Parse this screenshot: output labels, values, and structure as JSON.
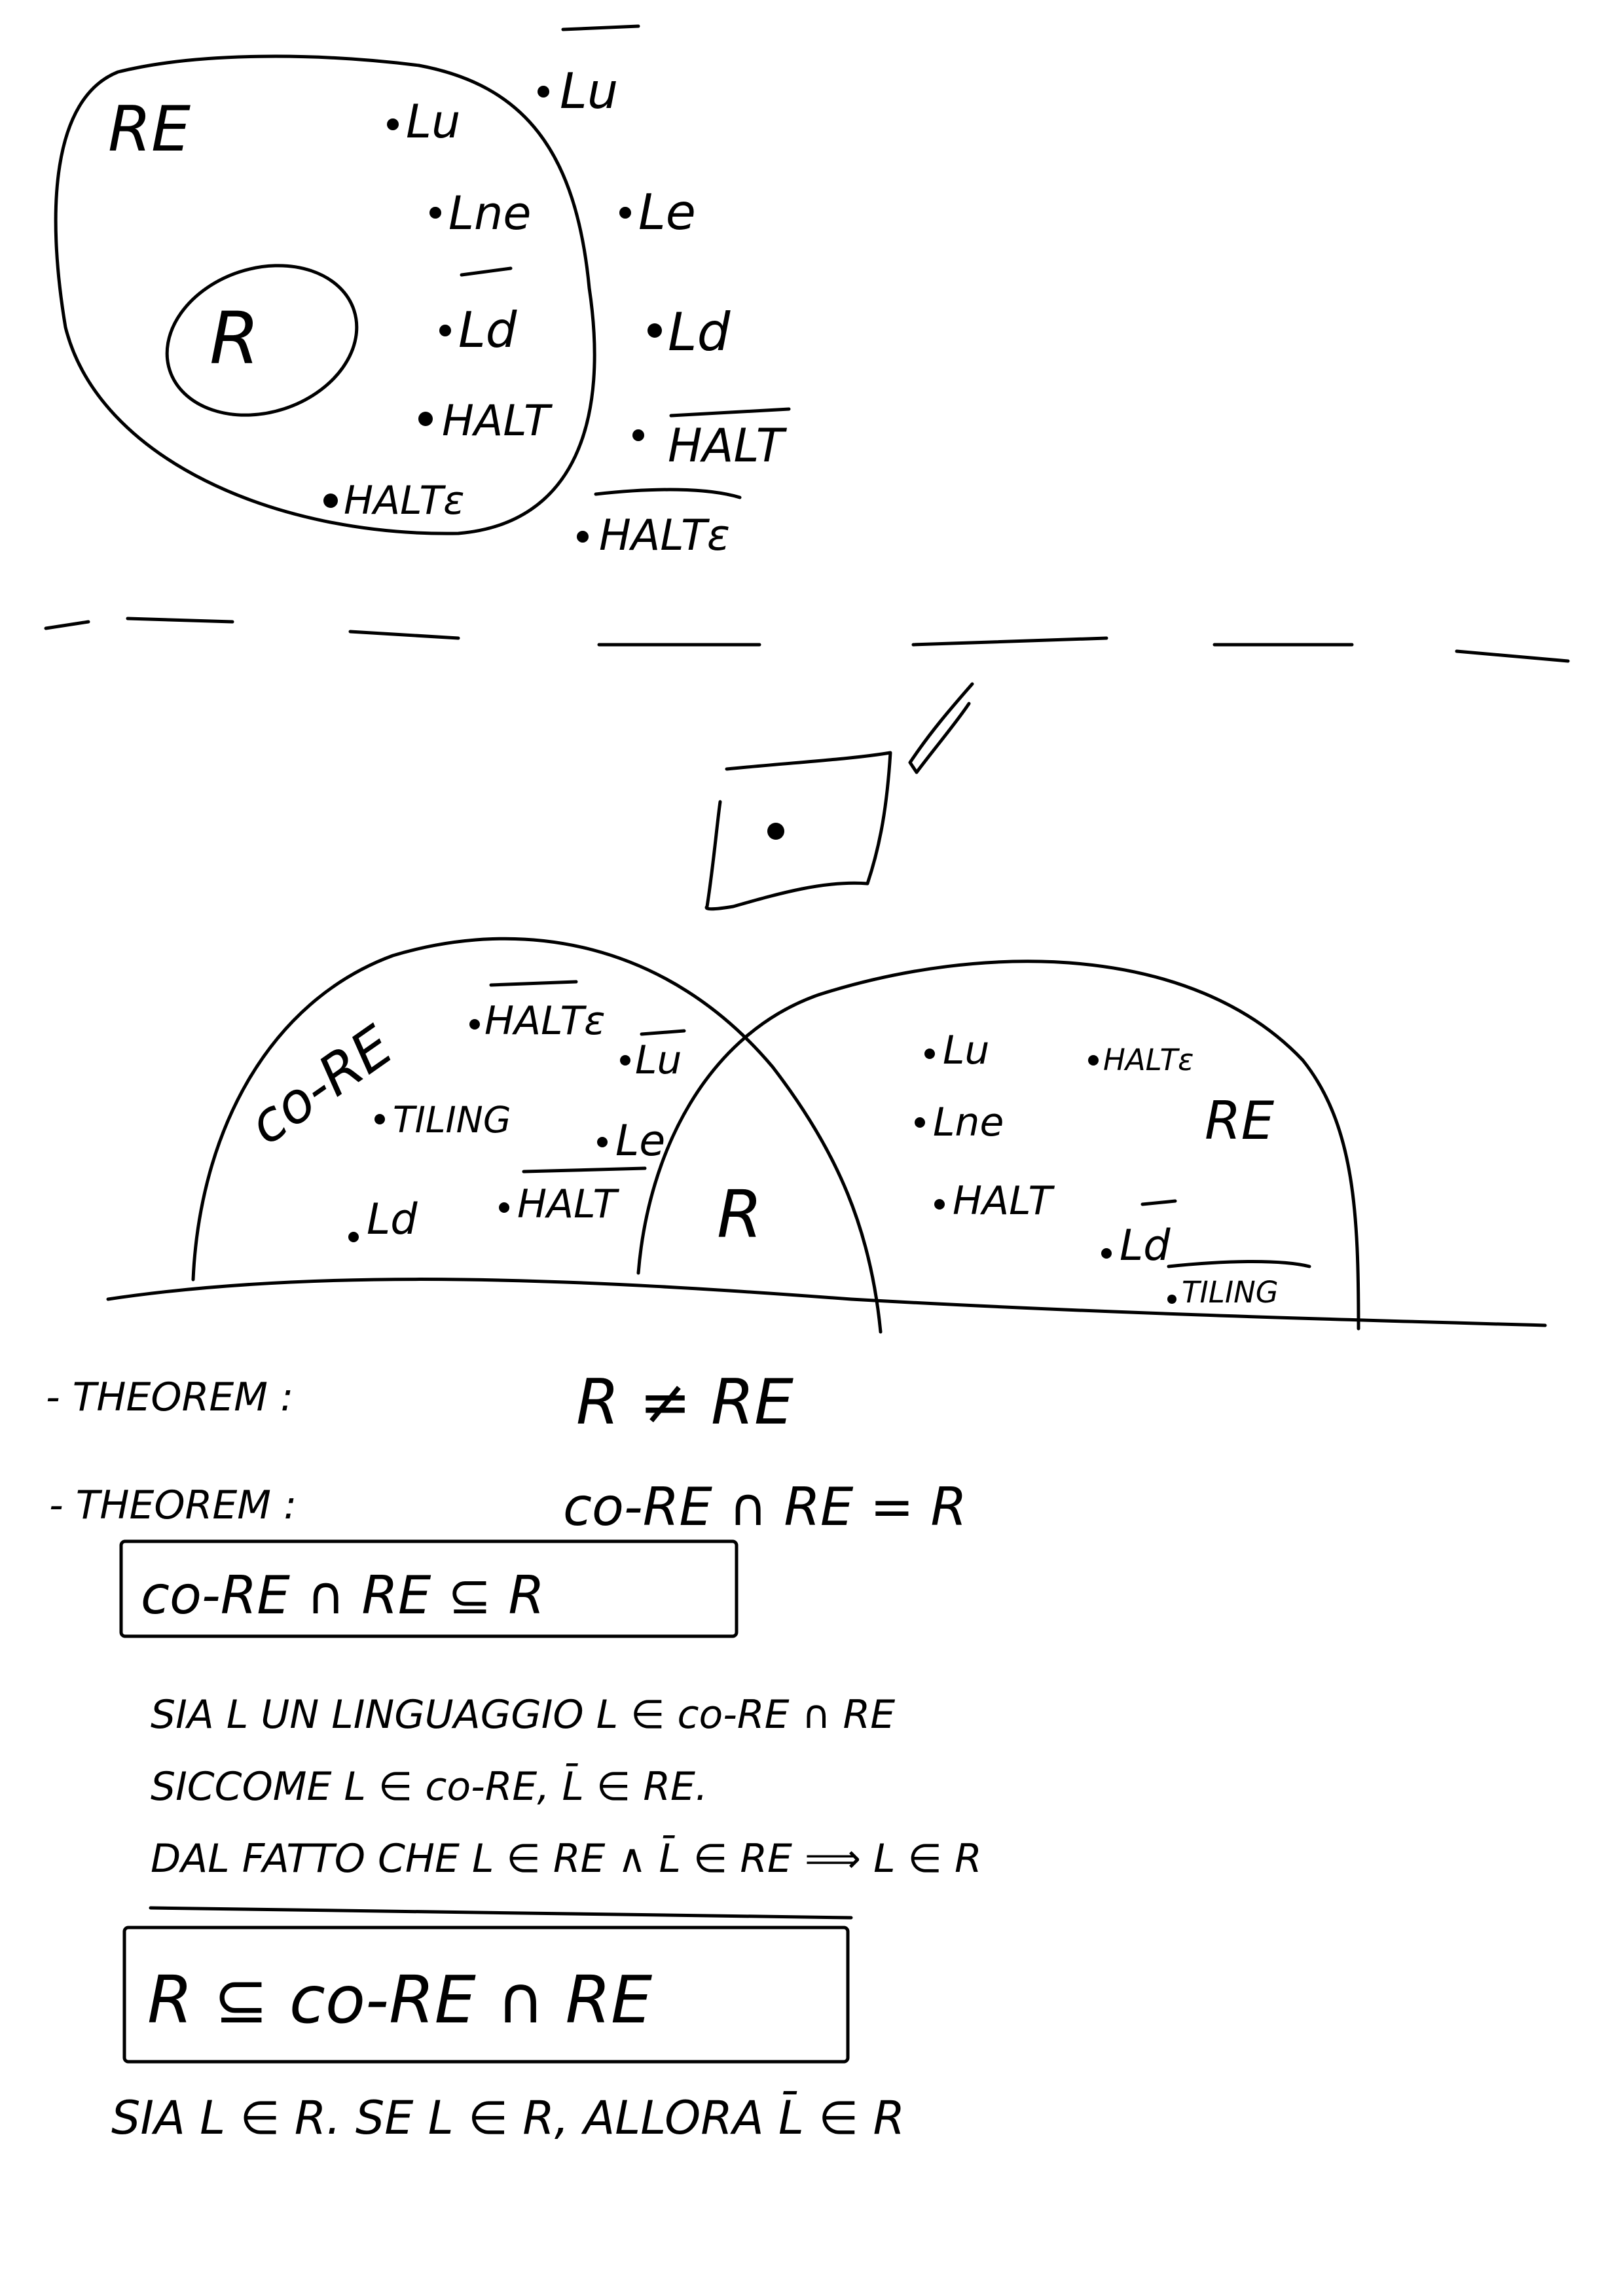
{
  "page": {
    "background": "#ffffff",
    "ink": "#000000"
  },
  "diagram_top": {
    "set_outer": "RE",
    "set_inner": "R",
    "inside_items": [
      "Lu",
      "Lne",
      "Ld",
      "HALT",
      "HALTε"
    ],
    "outside_items": [
      "Lu",
      "Le",
      "Ld",
      "HALT",
      "HALTε"
    ],
    "overlined_outside": [
      "Lu",
      "HALT"
    ],
    "overlined_inside": [
      "Ld"
    ]
  },
  "diagram_bottom": {
    "left_region": "co-RE",
    "right_region": "RE",
    "middle_region": "R",
    "left_items": [
      "HALTε",
      "Lu",
      "TILING",
      "Le",
      "Ld",
      "HALT"
    ],
    "right_items": [
      "Lu",
      "HALTε",
      "Lne",
      "HALT",
      "Ld",
      "TILING"
    ],
    "pen_icon": "pen-icon"
  },
  "notes": {
    "theorem1_label": "- THEOREM :",
    "theorem1_body": "R ≠ RE",
    "theorem2_label": "- THEOREM :",
    "theorem2_body": "co-RE ∩ RE = R",
    "box1": "co-RE ∩ RE ⊆ R",
    "line1": "SIA L UN LINGUAGGIO L ∈ co-RE ∩ RE",
    "line2": "SICCOME L ∈ co-RE, L̄ ∈ RE.",
    "line3": "DAL FATTO CHE L ∈ RE ∧ L̄ ∈ RE ⟹ L ∈ R",
    "box2": "R ⊆ co-RE ∩ RE",
    "line4": "SIA L ∈ R. SE L ∈ R, ALLORA L̄ ∈ R"
  }
}
